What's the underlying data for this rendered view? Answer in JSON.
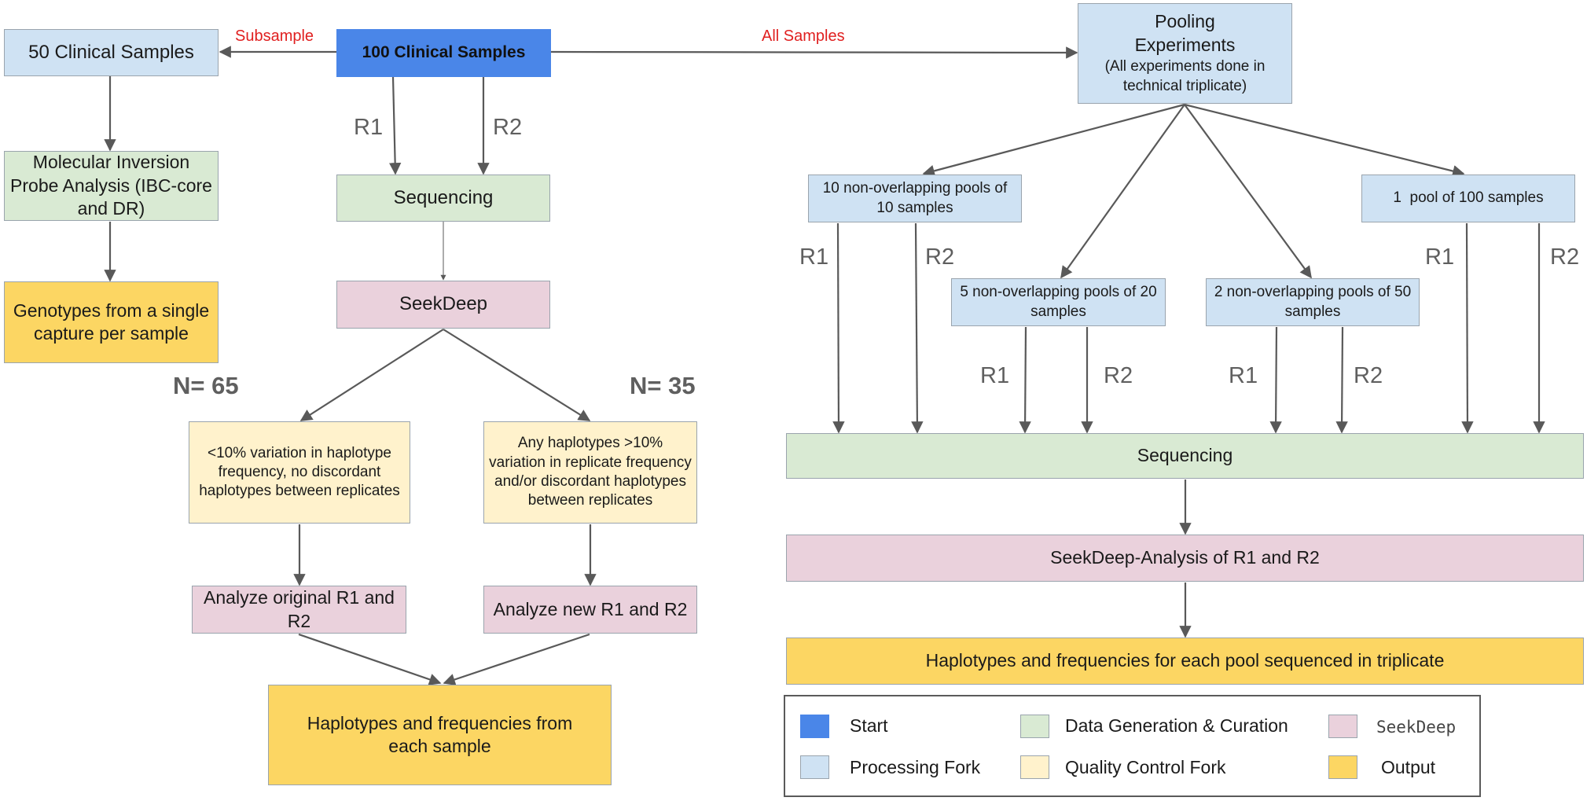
{
  "nodes": {
    "start": "100 Clinical Samples",
    "subsample_box": "50 Clinical Samples",
    "mip": "Molecular Inversion Probe Analysis (IBC-core and DR)",
    "genotypes": "Genotypes from a single capture per sample",
    "sequencing_left": "Sequencing",
    "seekdeep_left": "SeekDeep",
    "qc_low": "<10% variation in haplotype frequency, no discordant haplotypes between replicates",
    "qc_high": "Any haplotypes >10% variation in replicate frequency and/or discordant haplotypes between replicates",
    "analyze_original": "Analyze original R1 and R2",
    "analyze_new": "Analyze new R1 and R2",
    "output_left": "Haplotypes and frequencies from each sample",
    "pooling": "Pooling Experiments",
    "pooling_note": "(All experiments done in technical triplicate)",
    "pool10": "10 non-overlapping pools of 10 samples",
    "pool5": "5 non-overlapping pools of 20 samples",
    "pool2": "2 non-overlapping pools of 50 samples",
    "pool1": "1  pool of 100 samples",
    "sequencing_right": "Sequencing",
    "seekdeep_right": "SeekDeep-Analysis of R1 and R2",
    "output_right": "Haplotypes and frequencies for each pool sequenced in triplicate"
  },
  "edge_labels": {
    "subsample": "Subsample",
    "all_samples": "All Samples",
    "r1": "R1",
    "r2": "R2",
    "n65": "N= 65",
    "n35": "N= 35"
  },
  "legend": {
    "start": "Start",
    "processing_fork": "Processing Fork",
    "data_generation": "Data Generation & Curation",
    "quality_control": "Quality Control Fork",
    "seekdeep": "SeekDeep",
    "output": "Output"
  },
  "colors": {
    "start": "#4a86e8",
    "processing_fork": "#cfe2f3",
    "data_generation": "#d9ead3",
    "quality_control": "#fff2cc",
    "seekdeep": "#ead1dc",
    "output": "#fcd663",
    "arrow": "#595959",
    "edge_label_red": "#e02020"
  }
}
